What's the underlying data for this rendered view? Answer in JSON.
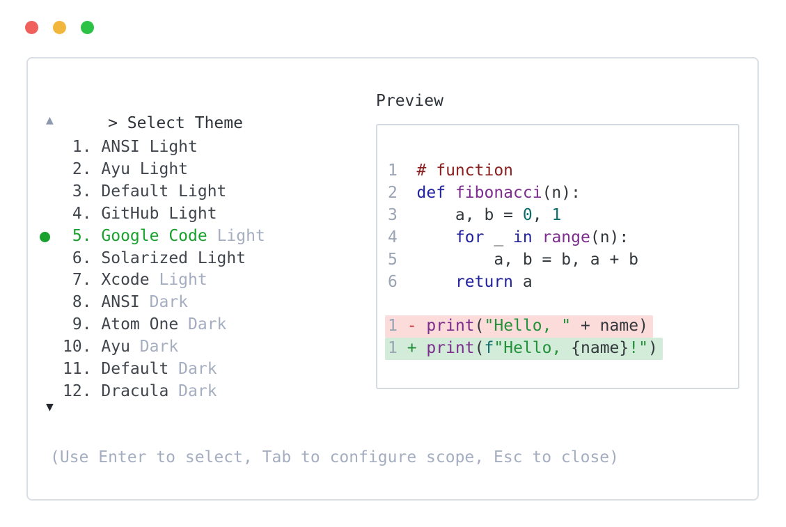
{
  "palette": {
    "traffic_red": "#f0605c",
    "traffic_yellow": "#f2b63c",
    "traffic_green": "#2bc246",
    "panel_border": "#dadee5",
    "box_border": "#d5d9e0",
    "text_dark": "#2e3339",
    "list_text": "#41464d",
    "code_plain": "#33383d",
    "dim": "#a5aec0",
    "linenum": "#9aa4b5",
    "selected_green": "#18a12c",
    "kw": "#22229e",
    "title_purple": "#7c2d8d",
    "comment_red": "#8a1f1f",
    "number_teal": "#0d6d6d",
    "string_green": "#21913a",
    "fprefix_teal": "#0d6d6d",
    "minus_red": "#c53030",
    "plus_green": "#1f8f3a",
    "removed_bg": "#fbdcda",
    "added_bg": "#d3ecd9",
    "arrow_up": "#8c99ae",
    "arrow_down": "#24282e"
  },
  "window": {
    "controls": [
      "close",
      "minimize",
      "zoom"
    ]
  },
  "theme_picker": {
    "prompt_symbol": ">",
    "title": "Select Theme",
    "scroll_up_symbol": "▲",
    "scroll_down_symbol": "▼",
    "hint": "(Use Enter to select, Tab to configure scope, Esc to close)",
    "items": [
      {
        "bullet": false,
        "segments": [
          {
            "text": " 1. ANSI Light",
            "style": "normal"
          }
        ]
      },
      {
        "bullet": false,
        "segments": [
          {
            "text": " 2. Ayu Light",
            "style": "normal"
          }
        ]
      },
      {
        "bullet": false,
        "segments": [
          {
            "text": " 3. Default Light",
            "style": "normal"
          }
        ]
      },
      {
        "bullet": false,
        "segments": [
          {
            "text": " 4. GitHub Light",
            "style": "normal"
          }
        ]
      },
      {
        "bullet": true,
        "segments": [
          {
            "text": " 5. Google Code",
            "style": "selected"
          },
          {
            "text": " Light",
            "style": "dim"
          }
        ]
      },
      {
        "bullet": false,
        "segments": [
          {
            "text": " 6. Solarized Light",
            "style": "normal"
          }
        ]
      },
      {
        "bullet": false,
        "segments": [
          {
            "text": " 7. Xcode",
            "style": "normal"
          },
          {
            "text": " Light",
            "style": "dim"
          }
        ]
      },
      {
        "bullet": false,
        "segments": [
          {
            "text": " 8. ANSI",
            "style": "normal"
          },
          {
            "text": " Dark",
            "style": "dim"
          }
        ]
      },
      {
        "bullet": false,
        "segments": [
          {
            "text": " 9. Atom One",
            "style": "normal"
          },
          {
            "text": " Dark",
            "style": "dim"
          }
        ]
      },
      {
        "bullet": false,
        "segments": [
          {
            "text": "10. Ayu",
            "style": "normal"
          },
          {
            "text": " Dark",
            "style": "dim"
          }
        ]
      },
      {
        "bullet": false,
        "segments": [
          {
            "text": "11. Default",
            "style": "normal"
          },
          {
            "text": " Dark",
            "style": "dim"
          }
        ]
      },
      {
        "bullet": false,
        "segments": [
          {
            "text": "12. Dracula",
            "style": "normal"
          },
          {
            "text": " Dark",
            "style": "dim"
          }
        ]
      }
    ]
  },
  "preview": {
    "title": "Preview",
    "code_lines": [
      {
        "diff": "",
        "tokens": [
          {
            "text": "1  ",
            "style": "linenum"
          },
          {
            "text": "# function",
            "style": "comment"
          }
        ]
      },
      {
        "diff": "",
        "tokens": [
          {
            "text": "2  ",
            "style": "linenum"
          },
          {
            "text": "def",
            "style": "keyword"
          },
          {
            "text": " ",
            "style": "plain"
          },
          {
            "text": "fibonacci",
            "style": "title"
          },
          {
            "text": "(n):",
            "style": "plain"
          }
        ]
      },
      {
        "diff": "",
        "tokens": [
          {
            "text": "3  ",
            "style": "linenum"
          },
          {
            "text": "    a, b = ",
            "style": "plain"
          },
          {
            "text": "0",
            "style": "number"
          },
          {
            "text": ", ",
            "style": "plain"
          },
          {
            "text": "1",
            "style": "number"
          }
        ]
      },
      {
        "diff": "",
        "tokens": [
          {
            "text": "4  ",
            "style": "linenum"
          },
          {
            "text": "    ",
            "style": "plain"
          },
          {
            "text": "for",
            "style": "keyword"
          },
          {
            "text": " _ ",
            "style": "plain"
          },
          {
            "text": "in",
            "style": "keyword"
          },
          {
            "text": " ",
            "style": "plain"
          },
          {
            "text": "range",
            "style": "title"
          },
          {
            "text": "(n):",
            "style": "plain"
          }
        ]
      },
      {
        "diff": "",
        "tokens": [
          {
            "text": "5  ",
            "style": "linenum"
          },
          {
            "text": "        a, b = b, a + b",
            "style": "plain"
          }
        ]
      },
      {
        "diff": "",
        "tokens": [
          {
            "text": "6  ",
            "style": "linenum"
          },
          {
            "text": "    ",
            "style": "plain"
          },
          {
            "text": "return",
            "style": "keyword"
          },
          {
            "text": " a",
            "style": "plain"
          }
        ]
      },
      {
        "diff": "",
        "tokens": []
      },
      {
        "diff": "removed",
        "tokens": [
          {
            "text": "1 ",
            "style": "linenum"
          },
          {
            "text": "- ",
            "style": "minus"
          },
          {
            "text": "print",
            "style": "title"
          },
          {
            "text": "(",
            "style": "plain"
          },
          {
            "text": "\"Hello, \"",
            "style": "string"
          },
          {
            "text": " + name)",
            "style": "plain"
          }
        ]
      },
      {
        "diff": "added",
        "tokens": [
          {
            "text": "1 ",
            "style": "linenum"
          },
          {
            "text": "+ ",
            "style": "plus"
          },
          {
            "text": "print",
            "style": "title"
          },
          {
            "text": "(",
            "style": "plain"
          },
          {
            "text": "f",
            "style": "fprefix"
          },
          {
            "text": "\"Hello, ",
            "style": "string"
          },
          {
            "text": "{name}",
            "style": "plain"
          },
          {
            "text": "!\"",
            "style": "string"
          },
          {
            "text": ")",
            "style": "plain"
          }
        ]
      }
    ]
  }
}
